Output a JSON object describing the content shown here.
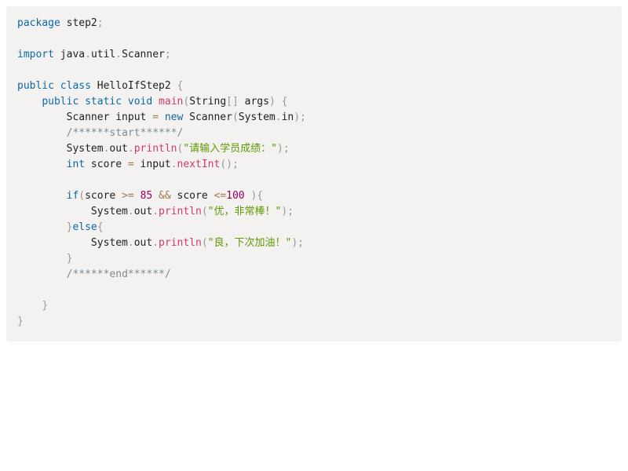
{
  "code": {
    "lines": [
      [
        {
          "t": "package",
          "c": "kw"
        },
        {
          "t": " step2",
          "c": "plain"
        },
        {
          "t": ";",
          "c": "punc"
        }
      ],
      [],
      [
        {
          "t": "import",
          "c": "kw"
        },
        {
          "t": " java",
          "c": "plain"
        },
        {
          "t": ".",
          "c": "punc"
        },
        {
          "t": "util",
          "c": "plain"
        },
        {
          "t": ".",
          "c": "punc"
        },
        {
          "t": "Scanner",
          "c": "plain"
        },
        {
          "t": ";",
          "c": "punc"
        }
      ],
      [],
      [
        {
          "t": "public",
          "c": "kw"
        },
        {
          "t": " ",
          "c": "plain"
        },
        {
          "t": "class",
          "c": "kw"
        },
        {
          "t": " HelloIfStep2 ",
          "c": "plain"
        },
        {
          "t": "{",
          "c": "punc"
        }
      ],
      [
        {
          "t": "    ",
          "c": "plain"
        },
        {
          "t": "public",
          "c": "kw"
        },
        {
          "t": " ",
          "c": "plain"
        },
        {
          "t": "static",
          "c": "kw"
        },
        {
          "t": " ",
          "c": "plain"
        },
        {
          "t": "void",
          "c": "kw"
        },
        {
          "t": " ",
          "c": "plain"
        },
        {
          "t": "main",
          "c": "fn"
        },
        {
          "t": "(",
          "c": "punc"
        },
        {
          "t": "String",
          "c": "plain"
        },
        {
          "t": "[]",
          "c": "punc"
        },
        {
          "t": " args",
          "c": "plain"
        },
        {
          "t": ")",
          "c": "punc"
        },
        {
          "t": " ",
          "c": "plain"
        },
        {
          "t": "{",
          "c": "punc"
        }
      ],
      [
        {
          "t": "        Scanner input ",
          "c": "plain"
        },
        {
          "t": "=",
          "c": "op"
        },
        {
          "t": " ",
          "c": "plain"
        },
        {
          "t": "new",
          "c": "kw"
        },
        {
          "t": " Scanner",
          "c": "plain"
        },
        {
          "t": "(",
          "c": "punc"
        },
        {
          "t": "System",
          "c": "plain"
        },
        {
          "t": ".",
          "c": "punc"
        },
        {
          "t": "in",
          "c": "plain"
        },
        {
          "t": ");",
          "c": "punc"
        }
      ],
      [
        {
          "t": "        ",
          "c": "plain"
        },
        {
          "t": "/******start******/",
          "c": "cmt"
        }
      ],
      [
        {
          "t": "        System",
          "c": "plain"
        },
        {
          "t": ".",
          "c": "punc"
        },
        {
          "t": "out",
          "c": "plain"
        },
        {
          "t": ".",
          "c": "punc"
        },
        {
          "t": "println",
          "c": "fn"
        },
        {
          "t": "(",
          "c": "punc"
        },
        {
          "t": "\"请输入学员成绩：\"",
          "c": "str"
        },
        {
          "t": ");",
          "c": "punc"
        }
      ],
      [
        {
          "t": "        ",
          "c": "plain"
        },
        {
          "t": "int",
          "c": "kw"
        },
        {
          "t": " score ",
          "c": "plain"
        },
        {
          "t": "=",
          "c": "op"
        },
        {
          "t": " input",
          "c": "plain"
        },
        {
          "t": ".",
          "c": "punc"
        },
        {
          "t": "nextInt",
          "c": "fn"
        },
        {
          "t": "();",
          "c": "punc"
        }
      ],
      [],
      [
        {
          "t": "        ",
          "c": "plain"
        },
        {
          "t": "if",
          "c": "kw"
        },
        {
          "t": "(",
          "c": "punc"
        },
        {
          "t": "score ",
          "c": "plain"
        },
        {
          "t": ">=",
          "c": "op"
        },
        {
          "t": " ",
          "c": "plain"
        },
        {
          "t": "85",
          "c": "num"
        },
        {
          "t": " ",
          "c": "plain"
        },
        {
          "t": "&&",
          "c": "op"
        },
        {
          "t": " score ",
          "c": "plain"
        },
        {
          "t": "<=",
          "c": "op"
        },
        {
          "t": "100",
          "c": "num"
        },
        {
          "t": " ",
          "c": "plain"
        },
        {
          "t": "){",
          "c": "punc"
        }
      ],
      [
        {
          "t": "            System",
          "c": "plain"
        },
        {
          "t": ".",
          "c": "punc"
        },
        {
          "t": "out",
          "c": "plain"
        },
        {
          "t": ".",
          "c": "punc"
        },
        {
          "t": "println",
          "c": "fn"
        },
        {
          "t": "(",
          "c": "punc"
        },
        {
          "t": "\"优，非常棒！\"",
          "c": "str"
        },
        {
          "t": ");",
          "c": "punc"
        }
      ],
      [
        {
          "t": "        ",
          "c": "plain"
        },
        {
          "t": "}",
          "c": "punc"
        },
        {
          "t": "else",
          "c": "kw"
        },
        {
          "t": "{",
          "c": "punc"
        }
      ],
      [
        {
          "t": "            System",
          "c": "plain"
        },
        {
          "t": ".",
          "c": "punc"
        },
        {
          "t": "out",
          "c": "plain"
        },
        {
          "t": ".",
          "c": "punc"
        },
        {
          "t": "println",
          "c": "fn"
        },
        {
          "t": "(",
          "c": "punc"
        },
        {
          "t": "\"良，下次加油！\"",
          "c": "str"
        },
        {
          "t": ");",
          "c": "punc"
        }
      ],
      [
        {
          "t": "        ",
          "c": "plain"
        },
        {
          "t": "}",
          "c": "punc"
        }
      ],
      [
        {
          "t": "        ",
          "c": "plain"
        },
        {
          "t": "/******end******/",
          "c": "cmt"
        }
      ],
      [],
      [
        {
          "t": "    ",
          "c": "plain"
        },
        {
          "t": "}",
          "c": "punc"
        }
      ],
      [
        {
          "t": "}",
          "c": "punc"
        }
      ]
    ]
  }
}
